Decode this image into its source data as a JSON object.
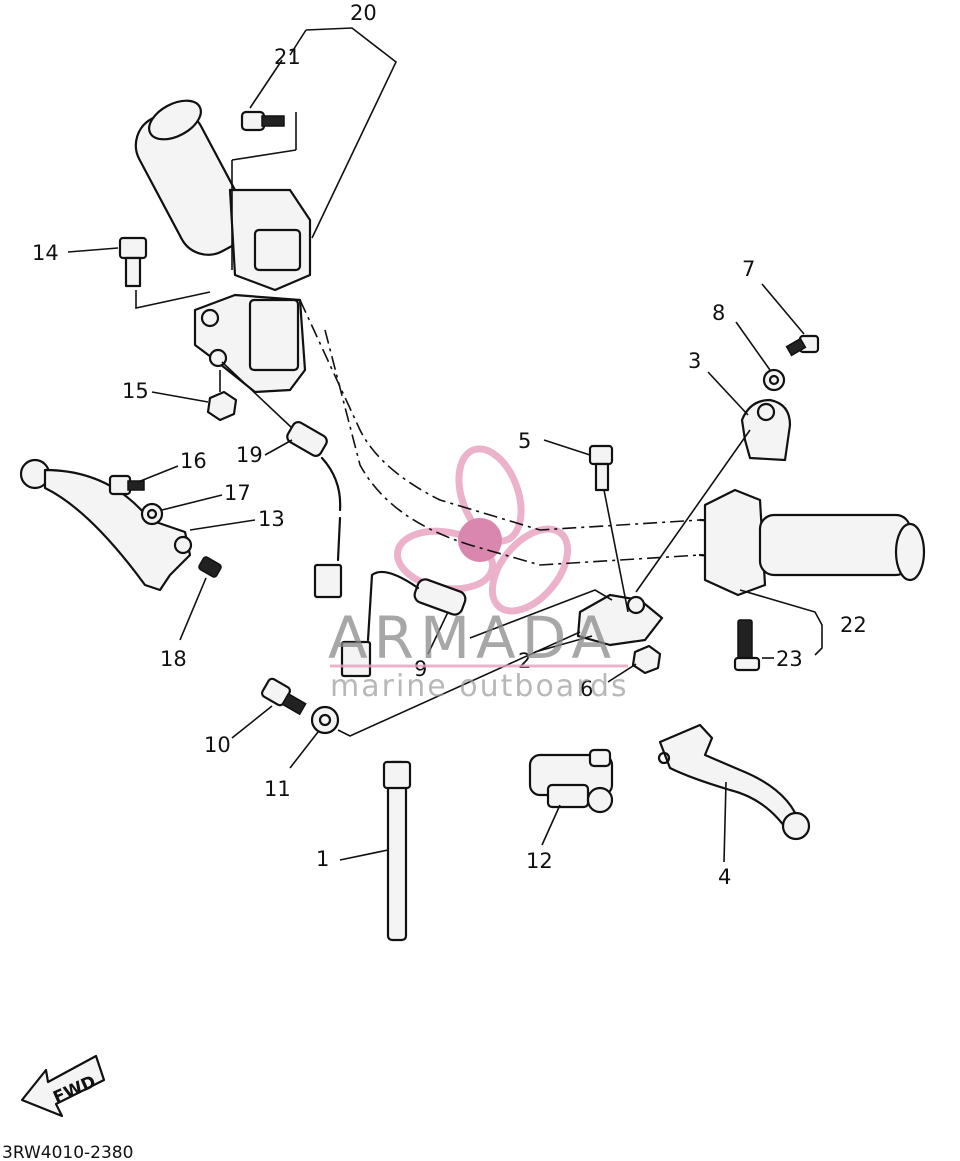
{
  "callouts": {
    "c1": "1",
    "c2": "2",
    "c3": "3",
    "c4": "4",
    "c5": "5",
    "c6": "6",
    "c7": "7",
    "c8": "8",
    "c9": "9",
    "c10": "10",
    "c11": "11",
    "c12": "12",
    "c13": "13",
    "c14": "14",
    "c15": "15",
    "c16": "16",
    "c17": "17",
    "c18": "18",
    "c19": "19",
    "c20": "20",
    "c21": "21",
    "c22": "22",
    "c23": "23"
  },
  "watermark": {
    "brand": "ARMADA",
    "tagline": "marine outboards",
    "logo_color": "#e8a0c0",
    "logo_center_color": "#d06a9a"
  },
  "fwd_label": "FWD",
  "drawing_ref": "3RW4010-2380"
}
